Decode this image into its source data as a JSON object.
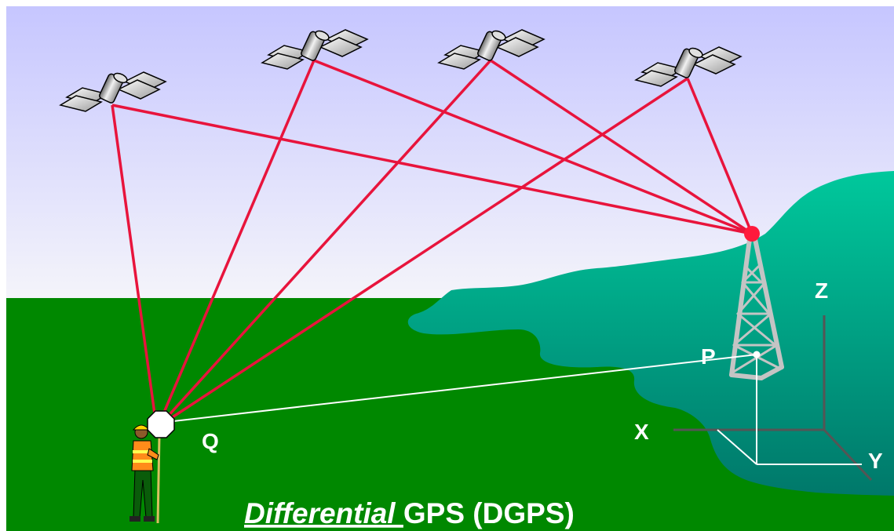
{
  "labels": {
    "q": "Q",
    "p": "P",
    "x": "X",
    "y": "Y",
    "z": "Z"
  },
  "caption": {
    "emphasis": "Differential ",
    "rest": "GPS (DGPS)"
  },
  "colors": {
    "signal_line": "#e8143c",
    "ground": "#008a00",
    "hill": "#00c59a",
    "sky_top": "#c8c8ff",
    "sky_bottom": "#f2f2fb",
    "baseline": "#ffffff",
    "tower": "#c4c4c4"
  },
  "icons": [
    "satellite-icon",
    "surveyor-icon",
    "gps-antenna-icon",
    "reference-tower-icon",
    "axes-icon"
  ]
}
